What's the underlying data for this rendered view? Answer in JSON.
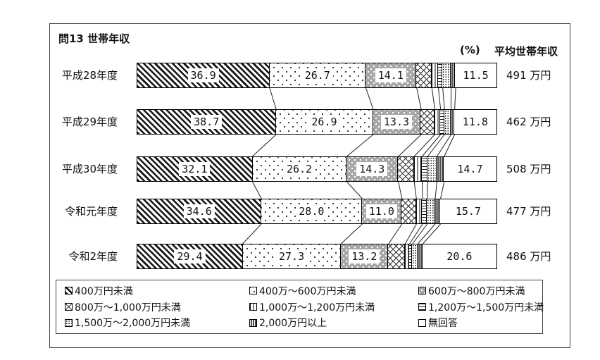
{
  "figure": {
    "title": "問13 世帯年収",
    "pct_header": "(%)",
    "avg_header": "平均世帯年収",
    "avg_unit": "万円"
  },
  "chart_data": {
    "type": "bar",
    "subtype": "horizontal-stacked",
    "unit": "%",
    "title": "問13 世帯年収",
    "xlim": [
      0,
      100
    ],
    "legend_position": "bottom-box",
    "categories": [
      "400万円未満",
      "400万～600万円未満",
      "600万～800万円未満",
      "800万～1,000万円未満",
      "1,000万～1,200万円未満",
      "1,200万～1,500万円未満",
      "1,500万～2,000万円未満",
      "2,000万円以上",
      "無回答"
    ],
    "unlabeled_segment_values": "estimated from pixel widths (indices 3-7)",
    "rows": [
      {
        "label": "平成28年度",
        "values": [
          36.9,
          26.7,
          14.1,
          4.2,
          1.8,
          1.2,
          2.3,
          1.3,
          11.5
        ],
        "value_labels": [
          "36.9",
          "26.7",
          "14.1",
          "",
          "",
          "",
          "",
          "",
          "11.5"
        ],
        "average": "491"
      },
      {
        "label": "平成29年度",
        "values": [
          38.7,
          26.9,
          13.3,
          3.8,
          1.6,
          1.1,
          1.8,
          1.0,
          11.8
        ],
        "value_labels": [
          "38.7",
          "26.9",
          "13.3",
          "",
          "",
          "",
          "",
          "",
          "11.8"
        ],
        "average": "462"
      },
      {
        "label": "平成30年度",
        "values": [
          32.1,
          26.2,
          14.3,
          4.4,
          2.2,
          1.5,
          2.6,
          2.0,
          14.7
        ],
        "value_labels": [
          "32.1",
          "26.2",
          "14.3",
          "",
          "",
          "",
          "",
          "",
          "14.7"
        ],
        "average": "508"
      },
      {
        "label": "令和元年度",
        "values": [
          34.6,
          28.0,
          11.0,
          4.0,
          1.7,
          1.3,
          2.2,
          1.5,
          15.7
        ],
        "value_labels": [
          "34.6",
          "28.0",
          "11.0",
          "",
          "",
          "",
          "",
          "",
          "15.7"
        ],
        "average": "477"
      },
      {
        "label": "令和2年度",
        "values": [
          29.4,
          27.3,
          13.2,
          4.6,
          1.2,
          0.8,
          1.5,
          1.4,
          20.6
        ],
        "value_labels": [
          "29.4",
          "27.3",
          "13.2",
          "",
          "",
          "",
          "",
          "",
          "20.6"
        ],
        "average": "486"
      }
    ]
  }
}
